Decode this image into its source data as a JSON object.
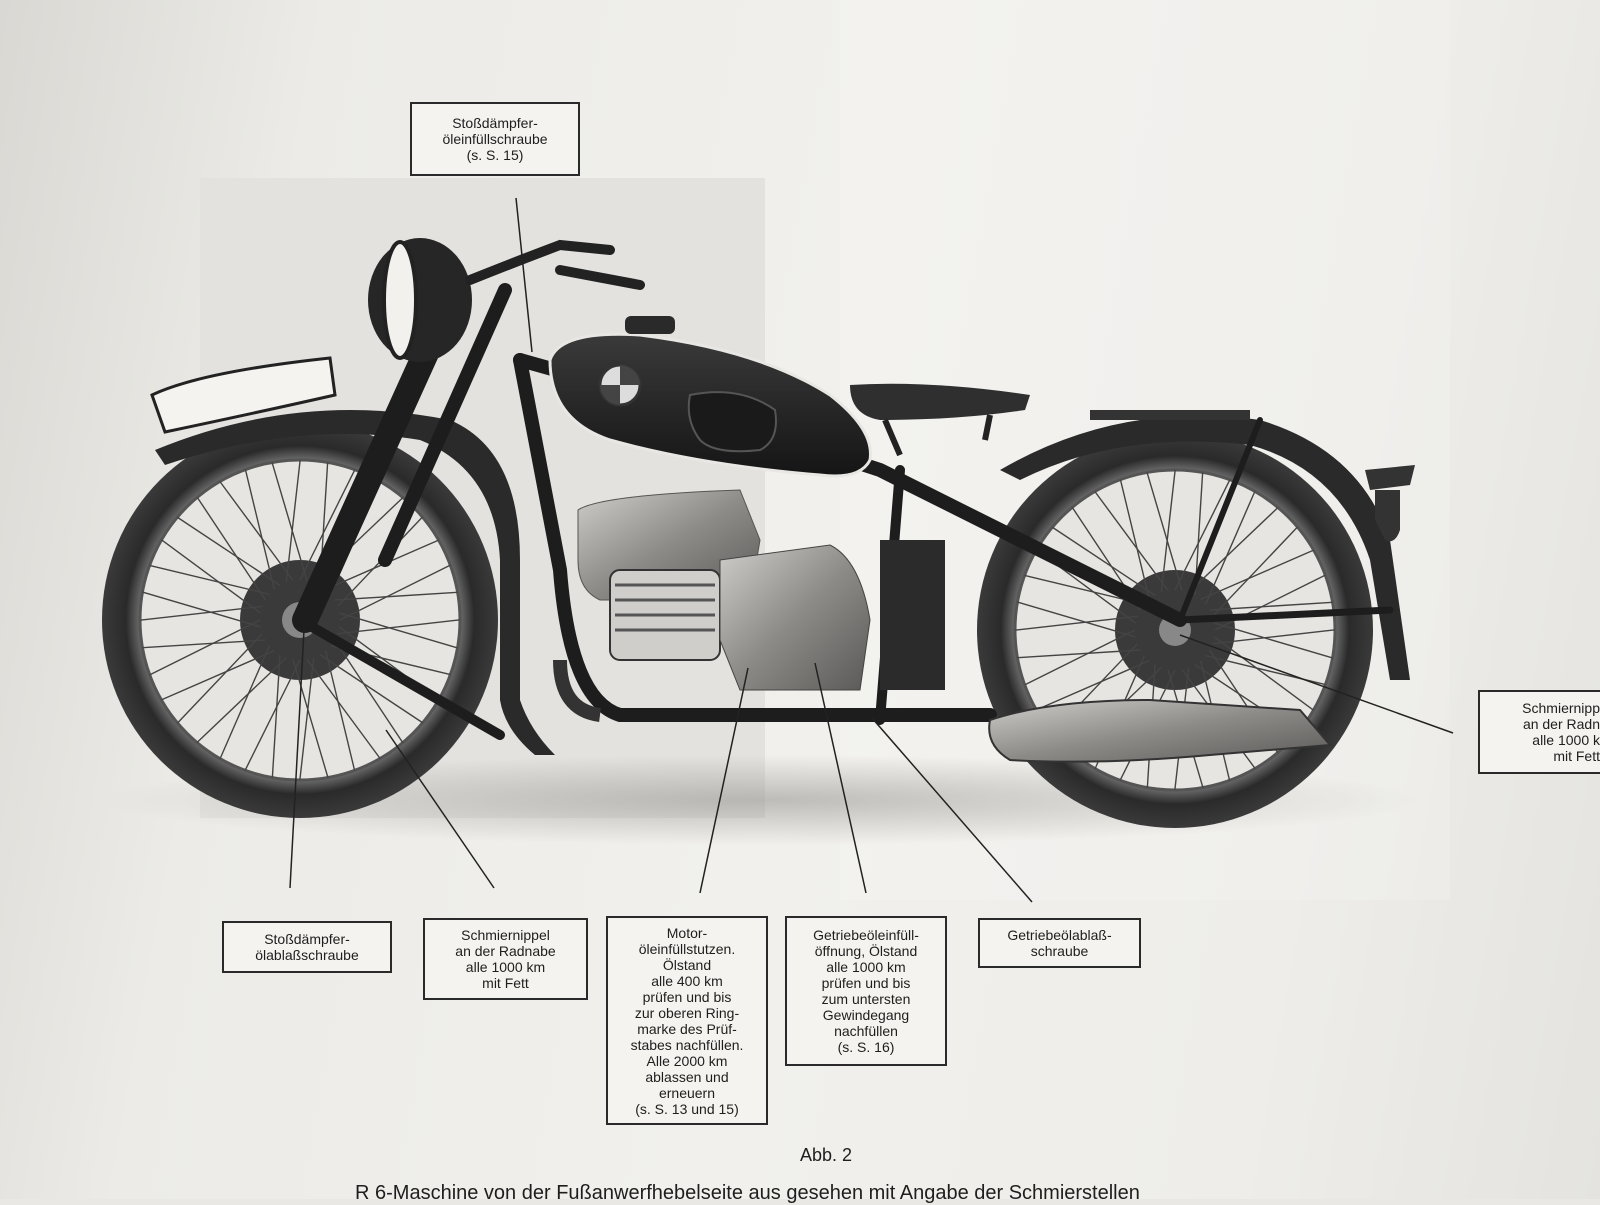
{
  "labels": {
    "top_shock_fill": [
      "Stoßdämpfer-",
      "öleinfüllschraube",
      "(s. S. 15)"
    ],
    "shock_drain": [
      "Stoßdämpfer-",
      "ölablaßschraube"
    ],
    "front_hub_grease": [
      "Schmiernippel",
      "an der Radnabe",
      "alle 1000 km",
      "mit Fett"
    ],
    "engine_oil": [
      "Motor-",
      "öleinfüllstutzen.",
      "Ölstand",
      "alle 400 km",
      "prüfen und bis",
      "zur oberen Ring-",
      "marke des Prüf-",
      "stabes nachfüllen.",
      "Alle 2000 km",
      "ablassen und",
      "erneuern",
      "(s. S. 13 und 15)"
    ],
    "gearbox_fill": [
      "Getriebeöleinfüll-",
      "öffnung, Ölstand",
      "alle 1000 km",
      "prüfen und bis",
      "zum untersten",
      "Gewindegang",
      "nachfüllen",
      "(s. S. 16)"
    ],
    "gearbox_drain": [
      "Getriebeölablaß-",
      "schraube"
    ],
    "rear_hub_grease": [
      "Schmiernipp",
      "an der Radn",
      "alle 1000 k",
      "mit Fett"
    ]
  },
  "figure": {
    "caption": "Abb. 2",
    "description_line": "R 6-Maschine von der Fußanwerfhebelseite aus gesehen mit Angabe der Schmierstellen"
  },
  "colors": {
    "paper": "#eeede9",
    "ink": "#1e1e1e",
    "tank": "#232323"
  }
}
